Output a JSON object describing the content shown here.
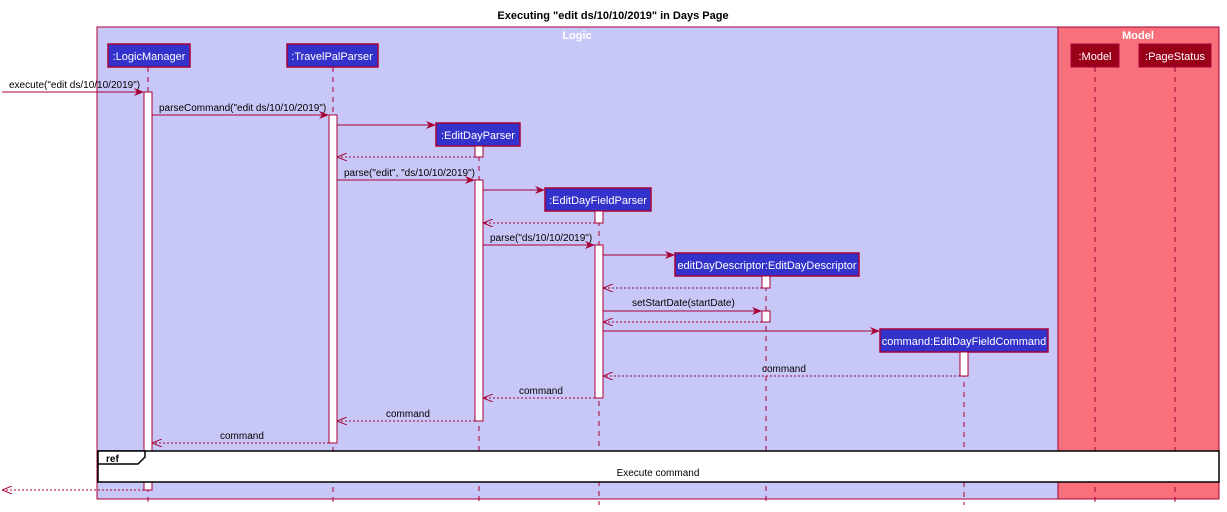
{
  "title": "Executing \"edit ds/10/10/2019\" in Days Page",
  "colors": {
    "logic_fill": "#C8C8F8",
    "model_fill": "#F8707C",
    "participant_fill": "#3333CC",
    "model_participant_fill": "#9B0019",
    "arrow": "#A80036",
    "border": "#A80036"
  },
  "boxes": {
    "logic": "Logic",
    "model": "Model"
  },
  "participants": {
    "logic_manager": ":LogicManager",
    "travelpal_parser": ":TravelPalParser",
    "edit_day_parser": ":EditDayParser",
    "edit_day_field_parser": ":EditDayFieldParser",
    "edit_day_descriptor": "editDayDescriptor:EditDayDescriptor",
    "edit_day_field_command": "command:EditDayFieldCommand",
    "model": ":Model",
    "page_status": ":PageStatus"
  },
  "messages": {
    "execute": "execute(\"edit ds/10/10/2019\")",
    "parse_command": "parseCommand(\"edit ds/10/10/2019\")",
    "parse_edit": "parse(\"edit\", \"ds/10/10/2019\")",
    "parse_ds": "parse(\"ds/10/10/2019\")",
    "set_start_date": "setStartDate(startDate)",
    "command_1": "command",
    "command_2": "command",
    "command_3": "command",
    "command_4": "command"
  },
  "ref": {
    "tag": "ref",
    "text": "Execute command"
  }
}
